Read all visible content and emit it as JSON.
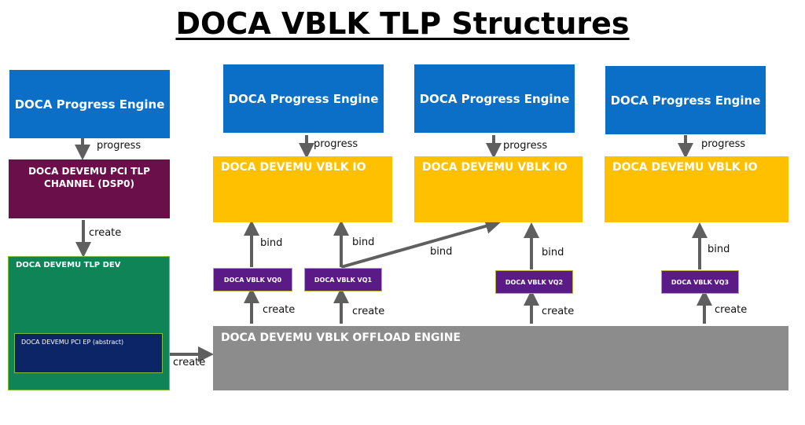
{
  "title": "DOCA VBLK TLP Structures",
  "engines": [
    "DOCA Progress Engine",
    "DOCA Progress Engine",
    "DOCA Progress Engine",
    "DOCA Progress Engine"
  ],
  "tlp_channel": "DOCA DEVEMU PCI TLP CHANNEL (DSP0)",
  "tlp_dev": "DOCA DEVEMU TLP DEV",
  "pci_ep": "DOCA DEVEMU PCI EP (abstract)",
  "vblk_io": [
    "DOCA DEVEMU VBLK IO",
    "DOCA DEVEMU VBLK IO",
    "DOCA DEVEMU VBLK IO"
  ],
  "vqs": [
    "DOCA VBLK VQ0",
    "DOCA VBLK VQ1",
    "DOCA VBLK VQ2",
    "DOCA VBLK VQ3"
  ],
  "offload_engine": "DOCA DEVEMU VBLK OFFLOAD ENGINE",
  "labels": {
    "progress": "progress",
    "create": "create",
    "bind": "bind"
  },
  "colors": {
    "progress_engine": "#0b6fc7",
    "tlp_channel": "#6a0f49",
    "vblk_io": "#ffc000",
    "tlp_dev": "#0f8457",
    "pci_ep": "#0c2566",
    "vq": "#5b1b86",
    "offload_engine": "#8c8c8c",
    "arrow": "#5f5f5f"
  }
}
